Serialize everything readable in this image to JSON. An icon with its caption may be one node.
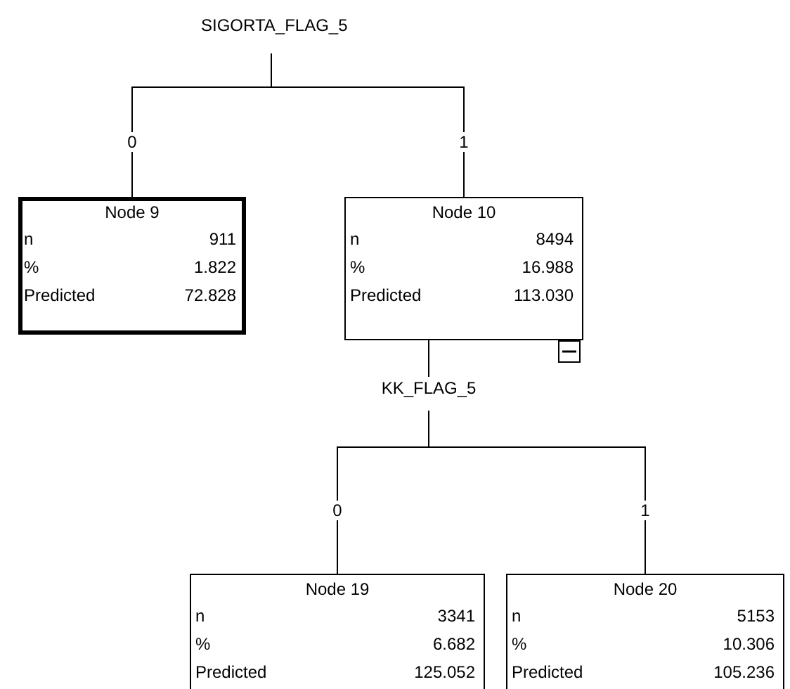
{
  "diagram": {
    "nodes": [
      {
        "text": [
          "SIGORTA_FLAG_5"
        ]
      },
      {
        "text": [
          "Node 9",
          "n",
          "911",
          "%",
          "1.822",
          "Predicted",
          "72.828"
        ]
      },
      {
        "text": [
          "Node 10",
          "n",
          "8494",
          "%",
          "16.988",
          "Predicted",
          "113.030"
        ]
      },
      {
        "text": [
          "KK_FLAG_5"
        ]
      },
      {
        "text": [
          "Node 19",
          "n",
          "3341",
          "%",
          "6.682",
          "Predicted",
          "125.052"
        ]
      },
      {
        "text": [
          "Node 20",
          "n",
          "5153",
          "%",
          "10.306",
          "Predicted",
          "105.236"
        ]
      }
    ],
    "edges": [
      {
        "from": 0,
        "to": 1,
        "arrow": "none",
        "label": "0"
      },
      {
        "from": 0,
        "to": 2,
        "arrow": "none",
        "label": "1"
      },
      {
        "from": 2,
        "to": 3,
        "arrow": "none"
      },
      {
        "from": 3,
        "to": 4,
        "arrow": "none",
        "label": "0"
      },
      {
        "from": 3,
        "to": 5,
        "arrow": "none",
        "label": "1"
      }
    ]
  }
}
